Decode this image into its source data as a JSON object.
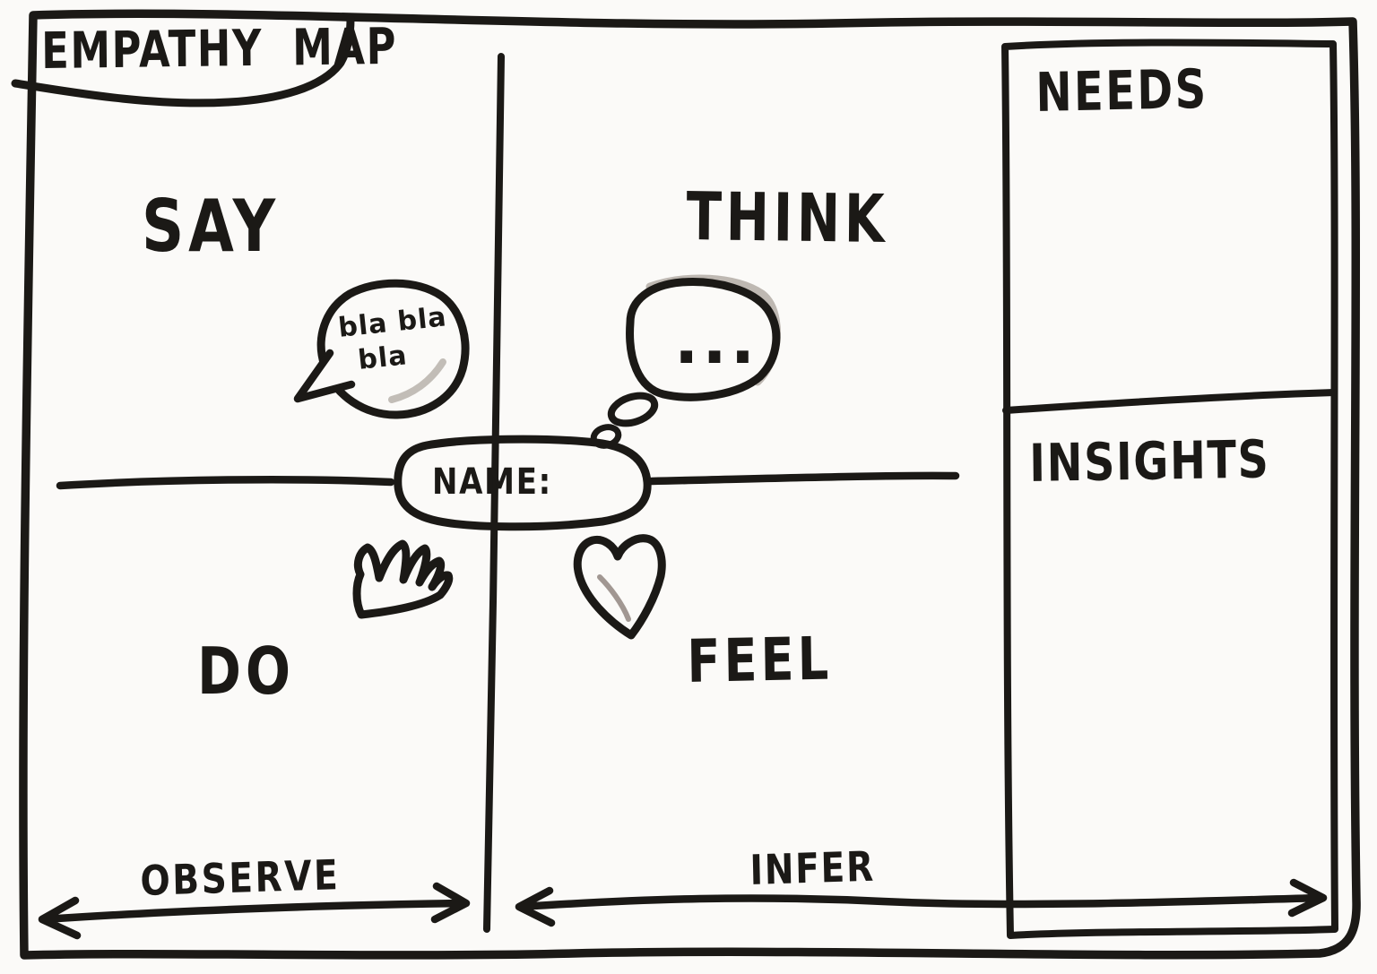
{
  "title": "EMPATHY MAP",
  "quadrants": {
    "say": {
      "label": "SAY",
      "speech_bubble": {
        "line1": "bla bla",
        "line2": "bla"
      }
    },
    "think": {
      "label": "THINK",
      "thought_dots": "..."
    },
    "do": {
      "label": "DO"
    },
    "feel": {
      "label": "FEEL"
    }
  },
  "center_tag": {
    "label": "NAME:"
  },
  "side_panel": {
    "needs": {
      "label": "NEEDS"
    },
    "insights": {
      "label": "INSIGHTS"
    }
  },
  "axis_arrows": {
    "observe": {
      "label": "OBSERVE"
    },
    "infer": {
      "label": "INFER"
    }
  },
  "icons": {
    "say": "speech-bubble-icon",
    "think": "thought-bubble-icon",
    "do": "hand-icon",
    "feel": "heart-icon",
    "observe": "double-arrow-icon",
    "infer": "double-arrow-icon"
  },
  "colors": {
    "ink": "#1b1916",
    "paper": "#fbfaf8",
    "smudge": "#a9a29b"
  }
}
